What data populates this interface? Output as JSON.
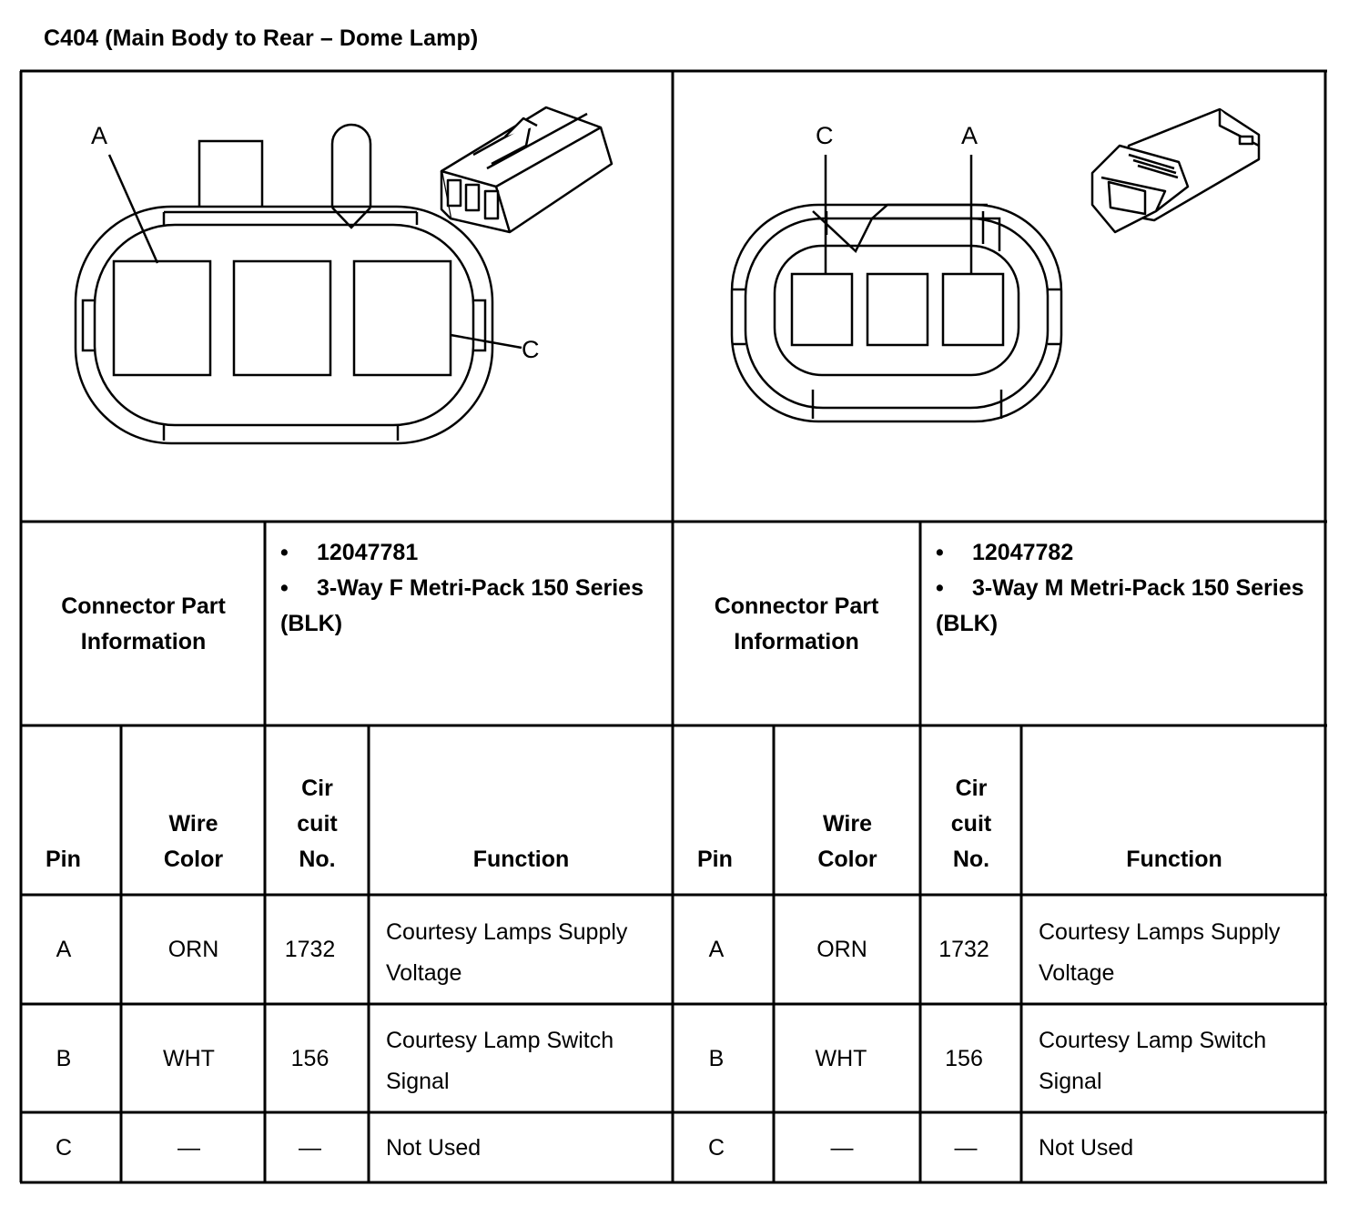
{
  "title": "C404 (Main Body to Rear – Dome Lamp)",
  "left": {
    "pin_labels": [
      "A",
      "C"
    ],
    "connector_part_label": "Connector Part Information",
    "part_info": [
      "12047781",
      "3-Way F Metri-Pack 150 Series (BLK)"
    ],
    "headers": {
      "pin": "Pin",
      "wire_color": "Wire Color",
      "circuit_no": "Cir cuit No.",
      "function": "Function"
    },
    "rows": [
      {
        "pin": "A",
        "wire_color": "ORN",
        "circuit": "1732",
        "function": "Courtesy Lamps Supply Voltage"
      },
      {
        "pin": "B",
        "wire_color": "WHT",
        "circuit": "156",
        "function": "Courtesy Lamp Switch Signal"
      },
      {
        "pin": "C",
        "wire_color": "—",
        "circuit": "—",
        "function": "Not Used"
      }
    ]
  },
  "right": {
    "pin_labels": [
      "C",
      "A"
    ],
    "connector_part_label": "Connector Part Information",
    "part_info": [
      "12047782",
      "3-Way M Metri-Pack 150 Series (BLK)"
    ],
    "headers": {
      "pin": "Pin",
      "wire_color": "Wire Color",
      "circuit_no": "Cir cuit No.",
      "function": "Function"
    },
    "rows": [
      {
        "pin": "A",
        "wire_color": "ORN",
        "circuit": "1732",
        "function": "Courtesy Lamps Supply Voltage"
      },
      {
        "pin": "B",
        "wire_color": "WHT",
        "circuit": "156",
        "function": "Courtesy Lamp Switch Signal"
      },
      {
        "pin": "C",
        "wire_color": "—",
        "circuit": "—",
        "function": "Not Used"
      }
    ]
  }
}
